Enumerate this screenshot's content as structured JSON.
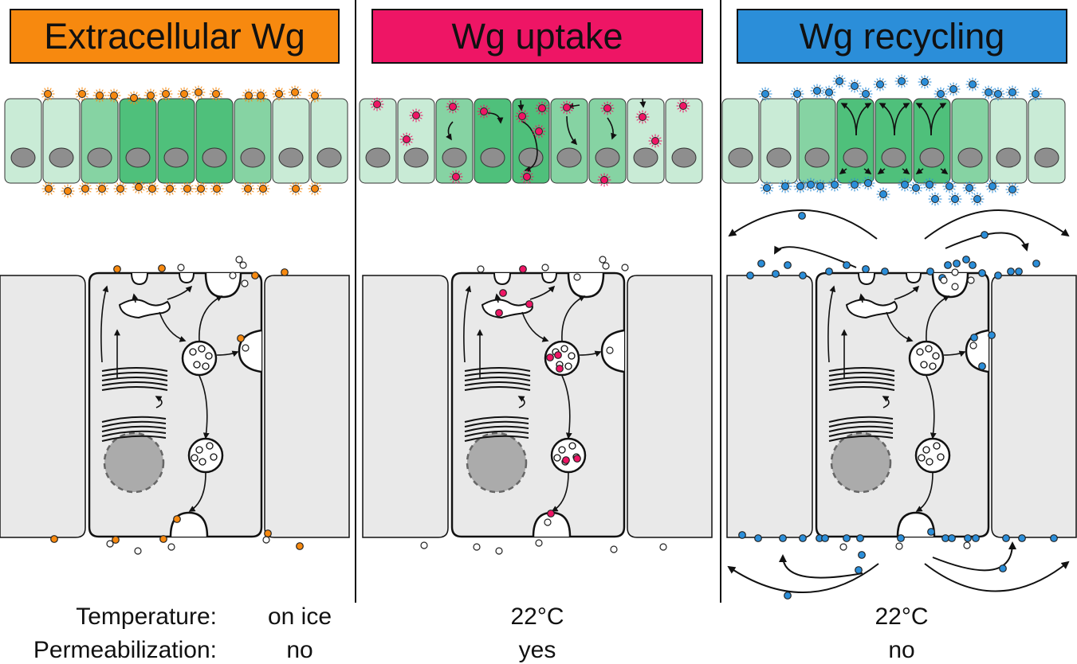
{
  "panels": [
    {
      "title": "Extracellular Wg",
      "color": "#f7890f",
      "dot": "#f7890f"
    },
    {
      "title": "Wg uptake",
      "color": "#ee1565",
      "dot": "#ee1565"
    },
    {
      "title": "Wg recycling",
      "color": "#2b8ed9",
      "dot": "#2b8ed9"
    }
  ],
  "conditions": {
    "temperature_label": "Temperature:",
    "permeabilization_label": "Permeabilization:",
    "values": [
      {
        "temperature": "on ice",
        "permeabilization": "no"
      },
      {
        "temperature": "22°C",
        "permeabilization": "yes"
      },
      {
        "temperature": "22°C",
        "permeabilization": "no"
      }
    ]
  },
  "colors": {
    "cell_light": "#c9ebd6",
    "cell_mid": "#86d3a3",
    "cell_dark": "#4fc07b",
    "nucleus": "#8e8e8e",
    "neighbor_cell": "#e9e9e9"
  }
}
